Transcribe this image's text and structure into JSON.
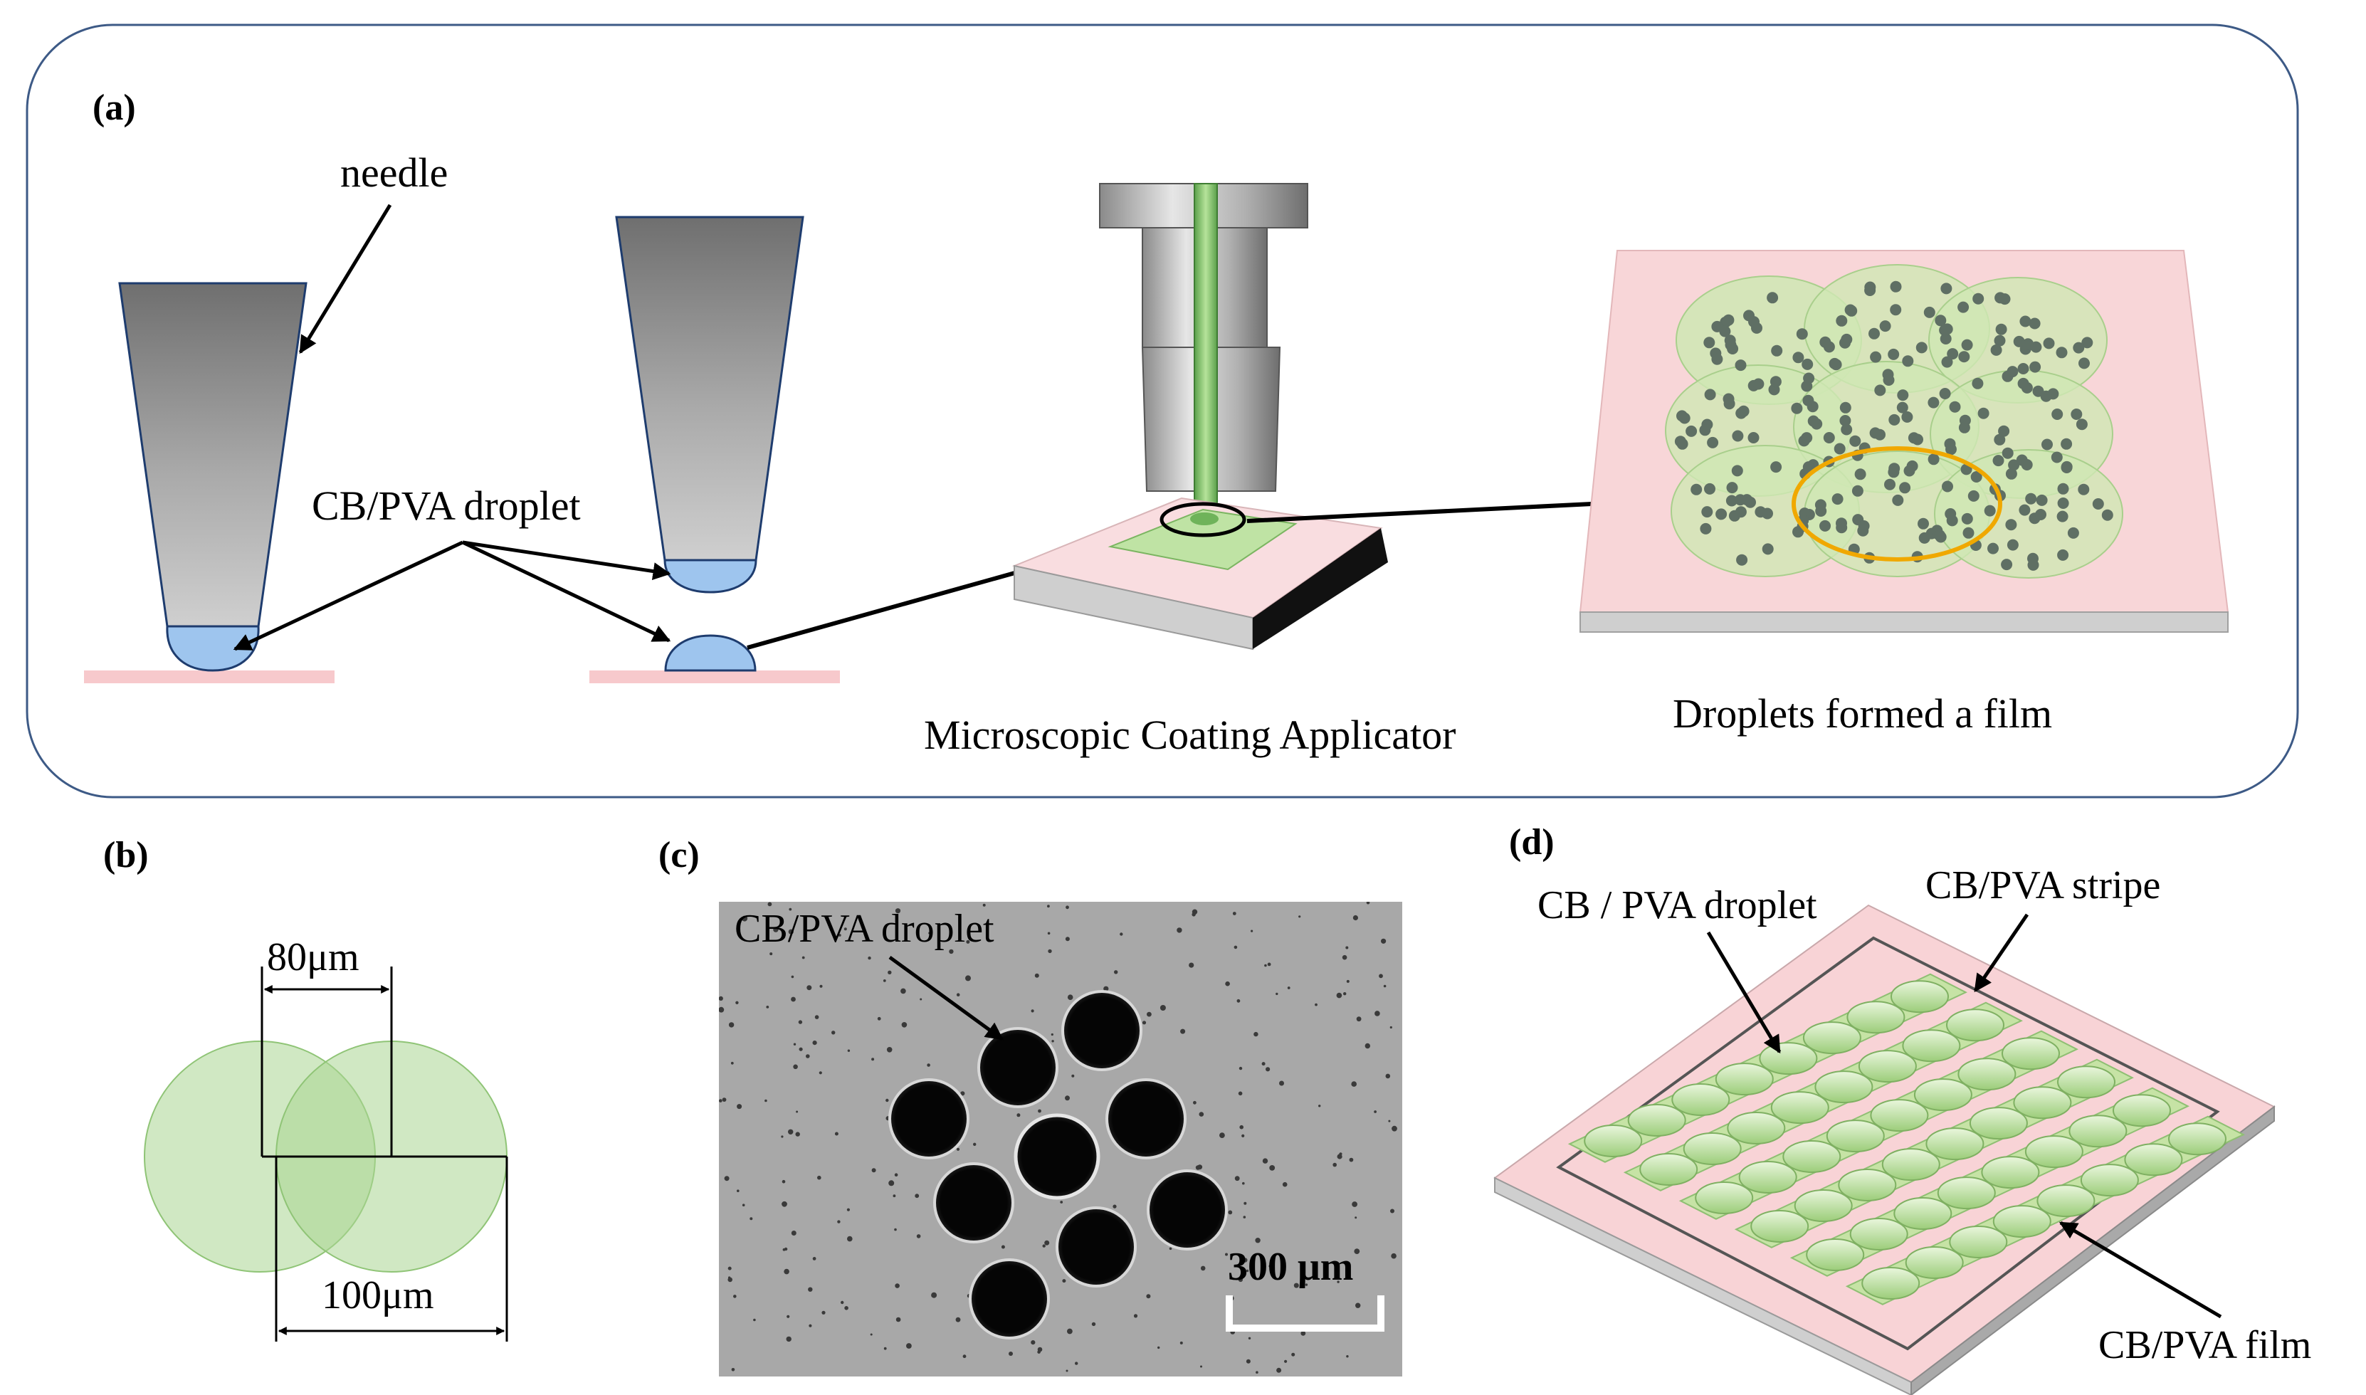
{
  "panels": {
    "a": {
      "label": "(a)",
      "needle_label": "needle",
      "droplet_label": "CB/PVA droplet",
      "applicator_label": "Microscopic Coating Applicator",
      "film_label": "Droplets formed a film"
    },
    "b": {
      "label": "(b)",
      "dim_small": "80μm",
      "dim_large": "100μm"
    },
    "c": {
      "label": "(c)",
      "droplet_label": "CB/PVA droplet",
      "scale_label": "300 μm"
    },
    "d": {
      "label": "(d)",
      "droplet_label": "CB / PVA droplet",
      "stripe_label": "CB/PVA stripe",
      "film_label": "CB/PVA film"
    }
  },
  "colors": {
    "substrate_pink": "#f7c9cc",
    "droplet_blue": "#9ec5ee",
    "film_green": "#c6e3a5",
    "droplet_green": "#b7dc98",
    "dot_gray": "#5f6f64",
    "highlight_orange": "#f0a800",
    "frame_blue": "#3d5a86"
  }
}
